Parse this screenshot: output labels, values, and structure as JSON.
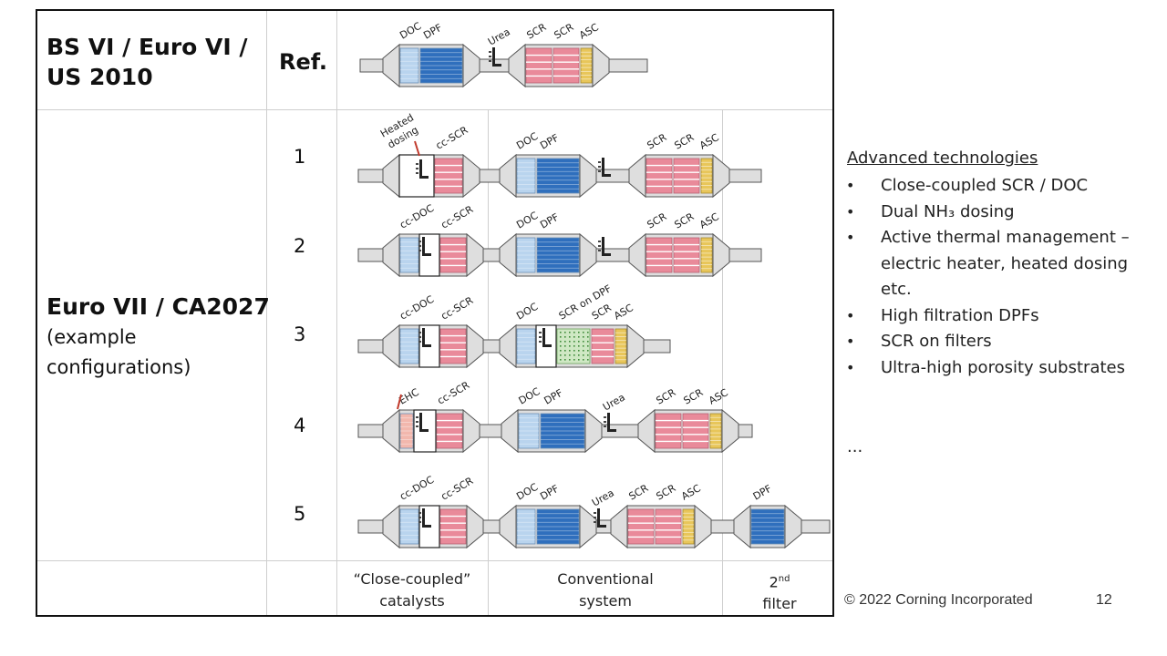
{
  "table": {
    "row1_title": [
      "BS VI / Euro VI /",
      "US 2010"
    ],
    "ref_header": "Ref.",
    "row2_title": "Euro VII / CA2027",
    "row2_subtitle": [
      "(example",
      "configurations)"
    ],
    "refs": [
      "1",
      "2",
      "3",
      "4",
      "5"
    ],
    "col_close_coupled": [
      "“Close-coupled”",
      "catalysts"
    ],
    "col_conventional": [
      "Conventional",
      "system"
    ],
    "col_second_filter": {
      "prefix": "2",
      "sup": "nd",
      "line2": "filter"
    }
  },
  "advanced": {
    "title": "Advanced technologies",
    "items": [
      "Close-coupled SCR / DOC",
      "Dual NH₃ dosing",
      "Active thermal management – electric heater, heated dosing etc.",
      "High filtration DPFs",
      "SCR on filters",
      "Ultra-high porosity substrates"
    ],
    "ellipsis": "..."
  },
  "footer": {
    "copyright": "© 2022 Corning Incorporated",
    "page": "12"
  },
  "labels": {
    "doc": "DOC",
    "dpf": "DPF",
    "scr": "SCR",
    "asc": "ASC",
    "cc_scr": "cc-SCR",
    "cc_doc": "cc-DOC",
    "ehc": "EHC",
    "heated_dosing": [
      "Heated",
      "dosing"
    ],
    "scr_on_dpf": "SCR on DPF",
    "urea": "Urea"
  },
  "colors": {
    "doc": "#b9d4ee",
    "dpf": "#2f6fbd",
    "scr": "#e98a9a",
    "asc": "#e8c65a",
    "ehc": "#f2b7ad",
    "sdpf": "#cfe8c4",
    "can": "#dedede",
    "outline": "#555555"
  }
}
